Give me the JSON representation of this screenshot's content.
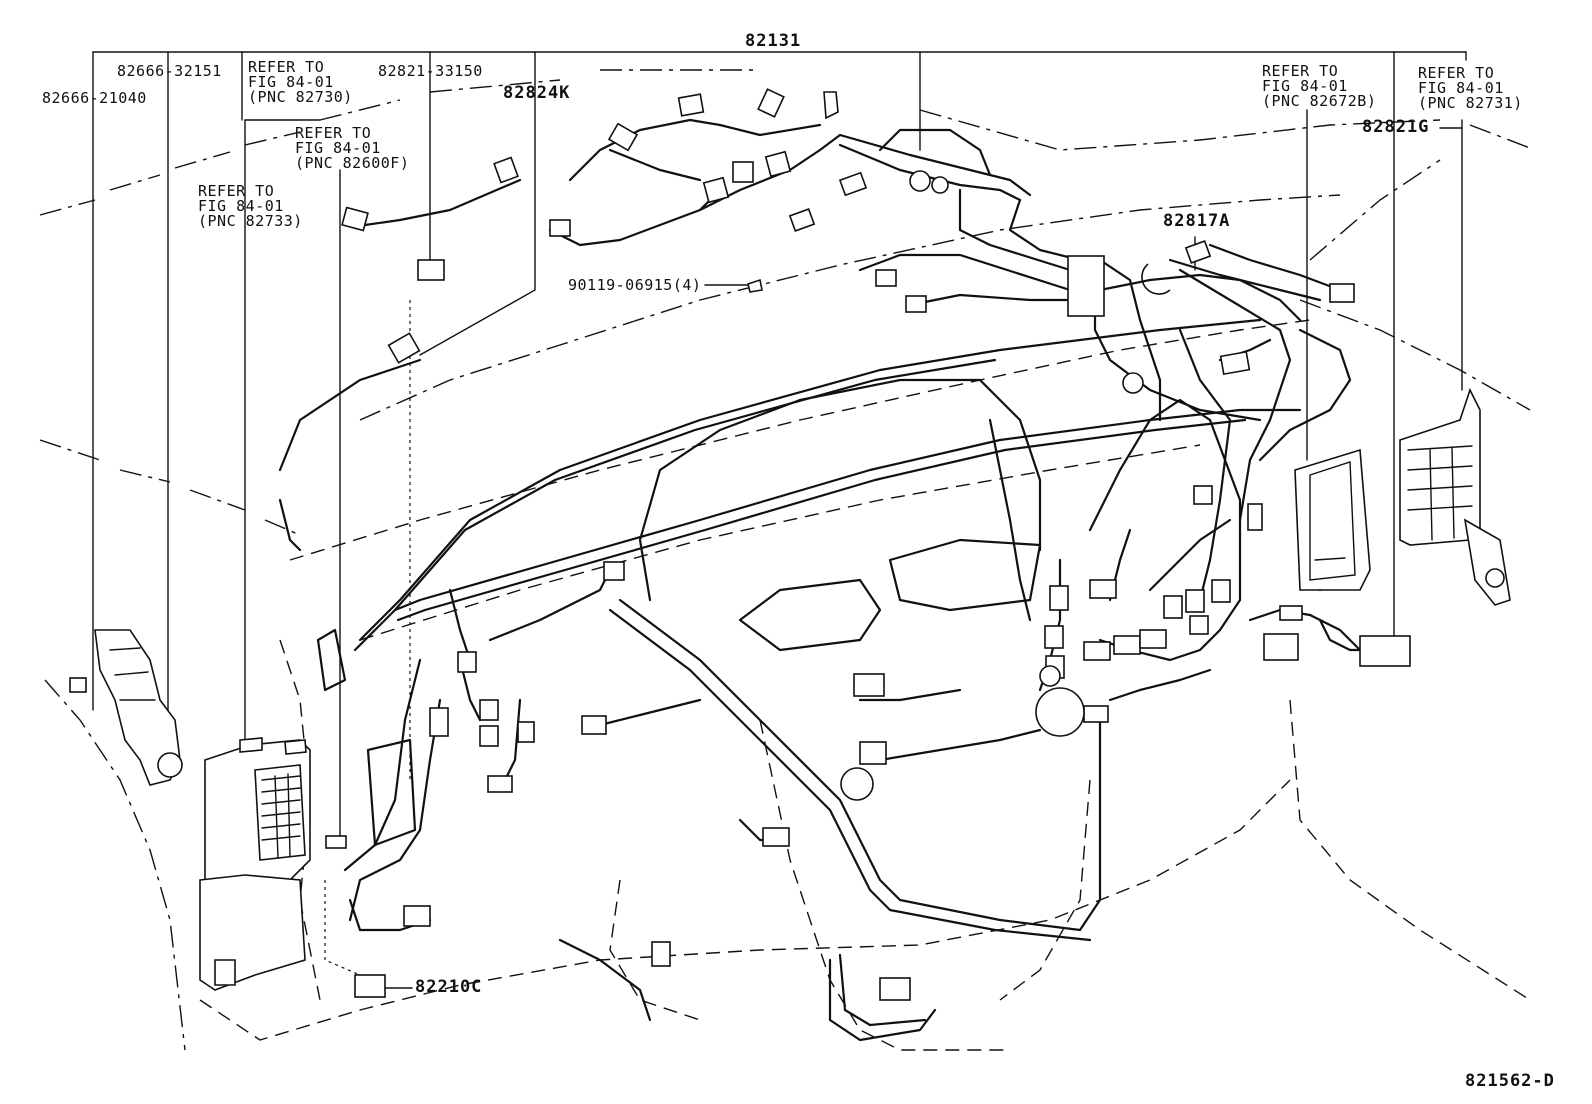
{
  "diagram": {
    "labels": {
      "main_harness": "82131",
      "part_82666_32151": "82666-32151",
      "part_82666_21040": "82666-21040",
      "ref_82730_l1": "REFER TO",
      "ref_82730_l2": "FIG 84-01",
      "ref_82730_l3": "(PNC 82730)",
      "part_82821_33150": "82821-33150",
      "part_82824K": "82824K",
      "ref_82600F_l1": "REFER TO",
      "ref_82600F_l2": "FIG 84-01",
      "ref_82600F_l3": "(PNC 82600F)",
      "ref_82733_l1": "REFER TO",
      "ref_82733_l2": "FIG 84-01",
      "ref_82733_l3": "(PNC 82733)",
      "part_90119_06915": "90119-06915(4)",
      "part_82817A": "82817A",
      "ref_82672B_l1": "REFER TO",
      "ref_82672B_l2": "FIG 84-01",
      "ref_82672B_l3": "(PNC 82672B)",
      "ref_82731_l1": "REFER TO",
      "ref_82731_l2": "FIG 84-01",
      "ref_82731_l3": "(PNC 82731)",
      "part_82821G": "82821G",
      "part_82210C": "82210C",
      "figure_id": "821562-D"
    }
  }
}
